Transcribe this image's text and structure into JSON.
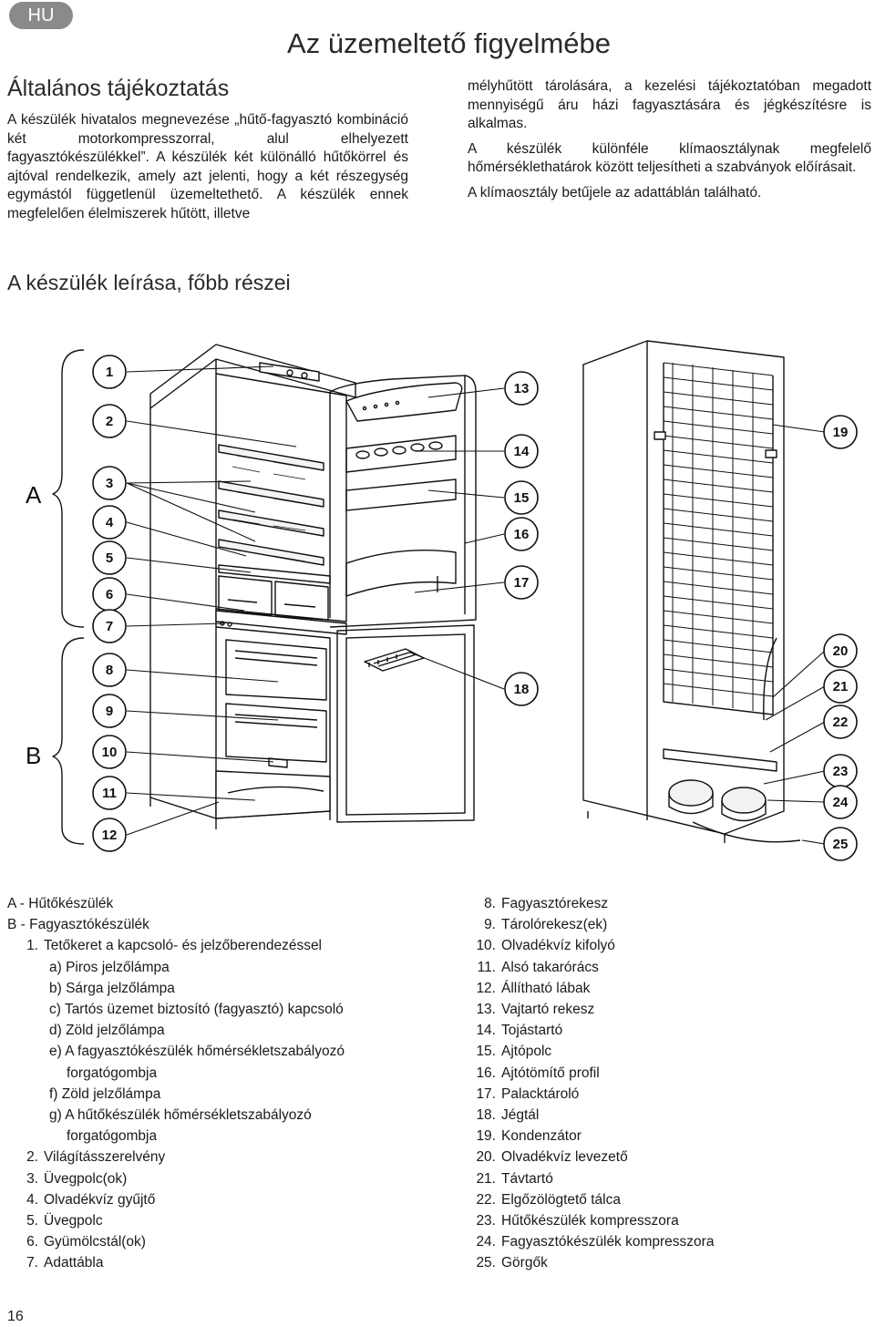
{
  "header": {
    "lang": "HU",
    "title": "Az üzemeltető figyelmébe"
  },
  "general": {
    "title": "Általános tájékoztatás",
    "col1": "A készülék hivatalos megnevezése „hűtő-fagyasztó kombináció két motorkompresszorral, alul elhelyezett fagyasztókészülékkel”. A készülék két különálló hűtőkörrel és ajtóval rendelkezik, amely azt jelenti, hogy a két részegység egymástól függetlenül üzemeltethető. A készülék ennek megfelelően élelmiszerek hűtött, illetve",
    "col2_p1": "mélyhűtött tárolására, a kezelési tájékoztatóban megadott mennyiségű áru házi fagyasztására és jégkészítésre is alkalmas.",
    "col2_p2": "A készülék különféle klímaosztálynak megfelelő hőmérséklethatárok között teljesítheti a szabványok előírásait.",
    "col2_p3": "A klímaosztály betűjele az adattáblán található."
  },
  "description": {
    "title": "A készülék leírása, főbb részei"
  },
  "diagram": {
    "group_a": "A",
    "group_b": "B",
    "callouts": [
      "1",
      "2",
      "3",
      "4",
      "5",
      "6",
      "7",
      "8",
      "9",
      "10",
      "11",
      "12",
      "13",
      "14",
      "15",
      "16",
      "17",
      "18",
      "19",
      "20",
      "21",
      "22",
      "23",
      "24",
      "25"
    ]
  },
  "legend": {
    "a": "A - Hűtőkészülék",
    "b": "B - Fagyasztókészülék",
    "item1_num": "1.",
    "item1_text": "Tetőkeret a kapcsoló- és jelzőberendezéssel",
    "sub_a": "a) Piros jelzőlámpa",
    "sub_b": "b) Sárga jelzőlámpa",
    "sub_c": "c) Tartós üzemet biztosító (fagyasztó) kapcsoló",
    "sub_d": "d) Zöld jelzőlámpa",
    "sub_e1": "e) A fagyasztókészülék hőmérsékletszabályozó",
    "sub_e2": "forgatógombja",
    "sub_f": "f) Zöld jelzőlámpa",
    "sub_g1": "g) A hűtőkészülék hőmérsékletszabályozó",
    "sub_g2": "forgatógombja",
    "left_items": [
      {
        "num": "2.",
        "text": "Világításszerelvény"
      },
      {
        "num": "3.",
        "text": "Üvegpolc(ok)"
      },
      {
        "num": "4.",
        "text": "Olvadékvíz gyűjtő"
      },
      {
        "num": "5.",
        "text": "Üvegpolc"
      },
      {
        "num": "6.",
        "text": "Gyümölcstál(ok)"
      },
      {
        "num": "7.",
        "text": "Adattábla"
      }
    ],
    "right_items": [
      {
        "num": "8.",
        "text": "Fagyasztórekesz"
      },
      {
        "num": "9.",
        "text": "Tárolórekesz(ek)"
      },
      {
        "num": "10.",
        "text": "Olvadékvíz kifolyó"
      },
      {
        "num": "11.",
        "text": "Alsó takarórács"
      },
      {
        "num": "12.",
        "text": "Állítható lábak"
      },
      {
        "num": "13.",
        "text": "Vajtartó rekesz"
      },
      {
        "num": "14.",
        "text": "Tojástartó"
      },
      {
        "num": "15.",
        "text": "Ajtópolc"
      },
      {
        "num": "16.",
        "text": "Ajtótömítő profil"
      },
      {
        "num": "17.",
        "text": "Palacktároló"
      },
      {
        "num": "18.",
        "text": "Jégtál"
      },
      {
        "num": "19.",
        "text": "Kondenzátor"
      },
      {
        "num": "20.",
        "text": "Olvadékvíz levezető"
      },
      {
        "num": "21.",
        "text": "Távtartó"
      },
      {
        "num": "22.",
        "text": "Elgőzölögtető tálca"
      },
      {
        "num": "23.",
        "text": "Hűtőkészülék kompresszora"
      },
      {
        "num": "24.",
        "text": "Fagyasztókészülék kompresszora"
      },
      {
        "num": "25.",
        "text": "Görgők"
      }
    ]
  },
  "footer": {
    "page_number": "16"
  }
}
